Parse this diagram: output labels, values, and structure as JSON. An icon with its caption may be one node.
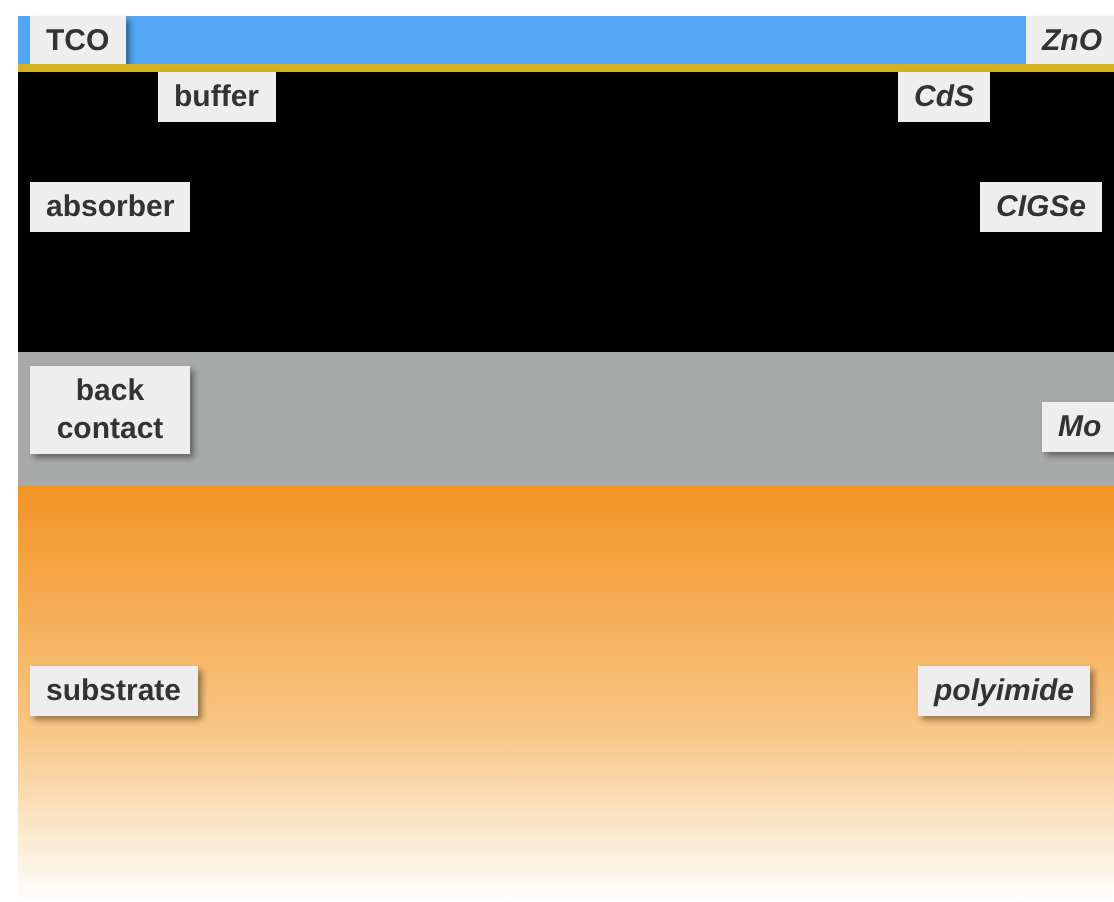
{
  "diagram": {
    "nodes": [
      {
        "text": [
          "TCO",
          "ZnO"
        ]
      },
      {
        "text": [
          "buffer",
          "CdS"
        ]
      },
      {
        "text": [
          "absorber",
          "CIGSe"
        ]
      },
      {
        "text": [
          "back contact",
          "Mo"
        ]
      },
      {
        "text": [
          "substrate",
          "polyimide"
        ]
      }
    ]
  }
}
